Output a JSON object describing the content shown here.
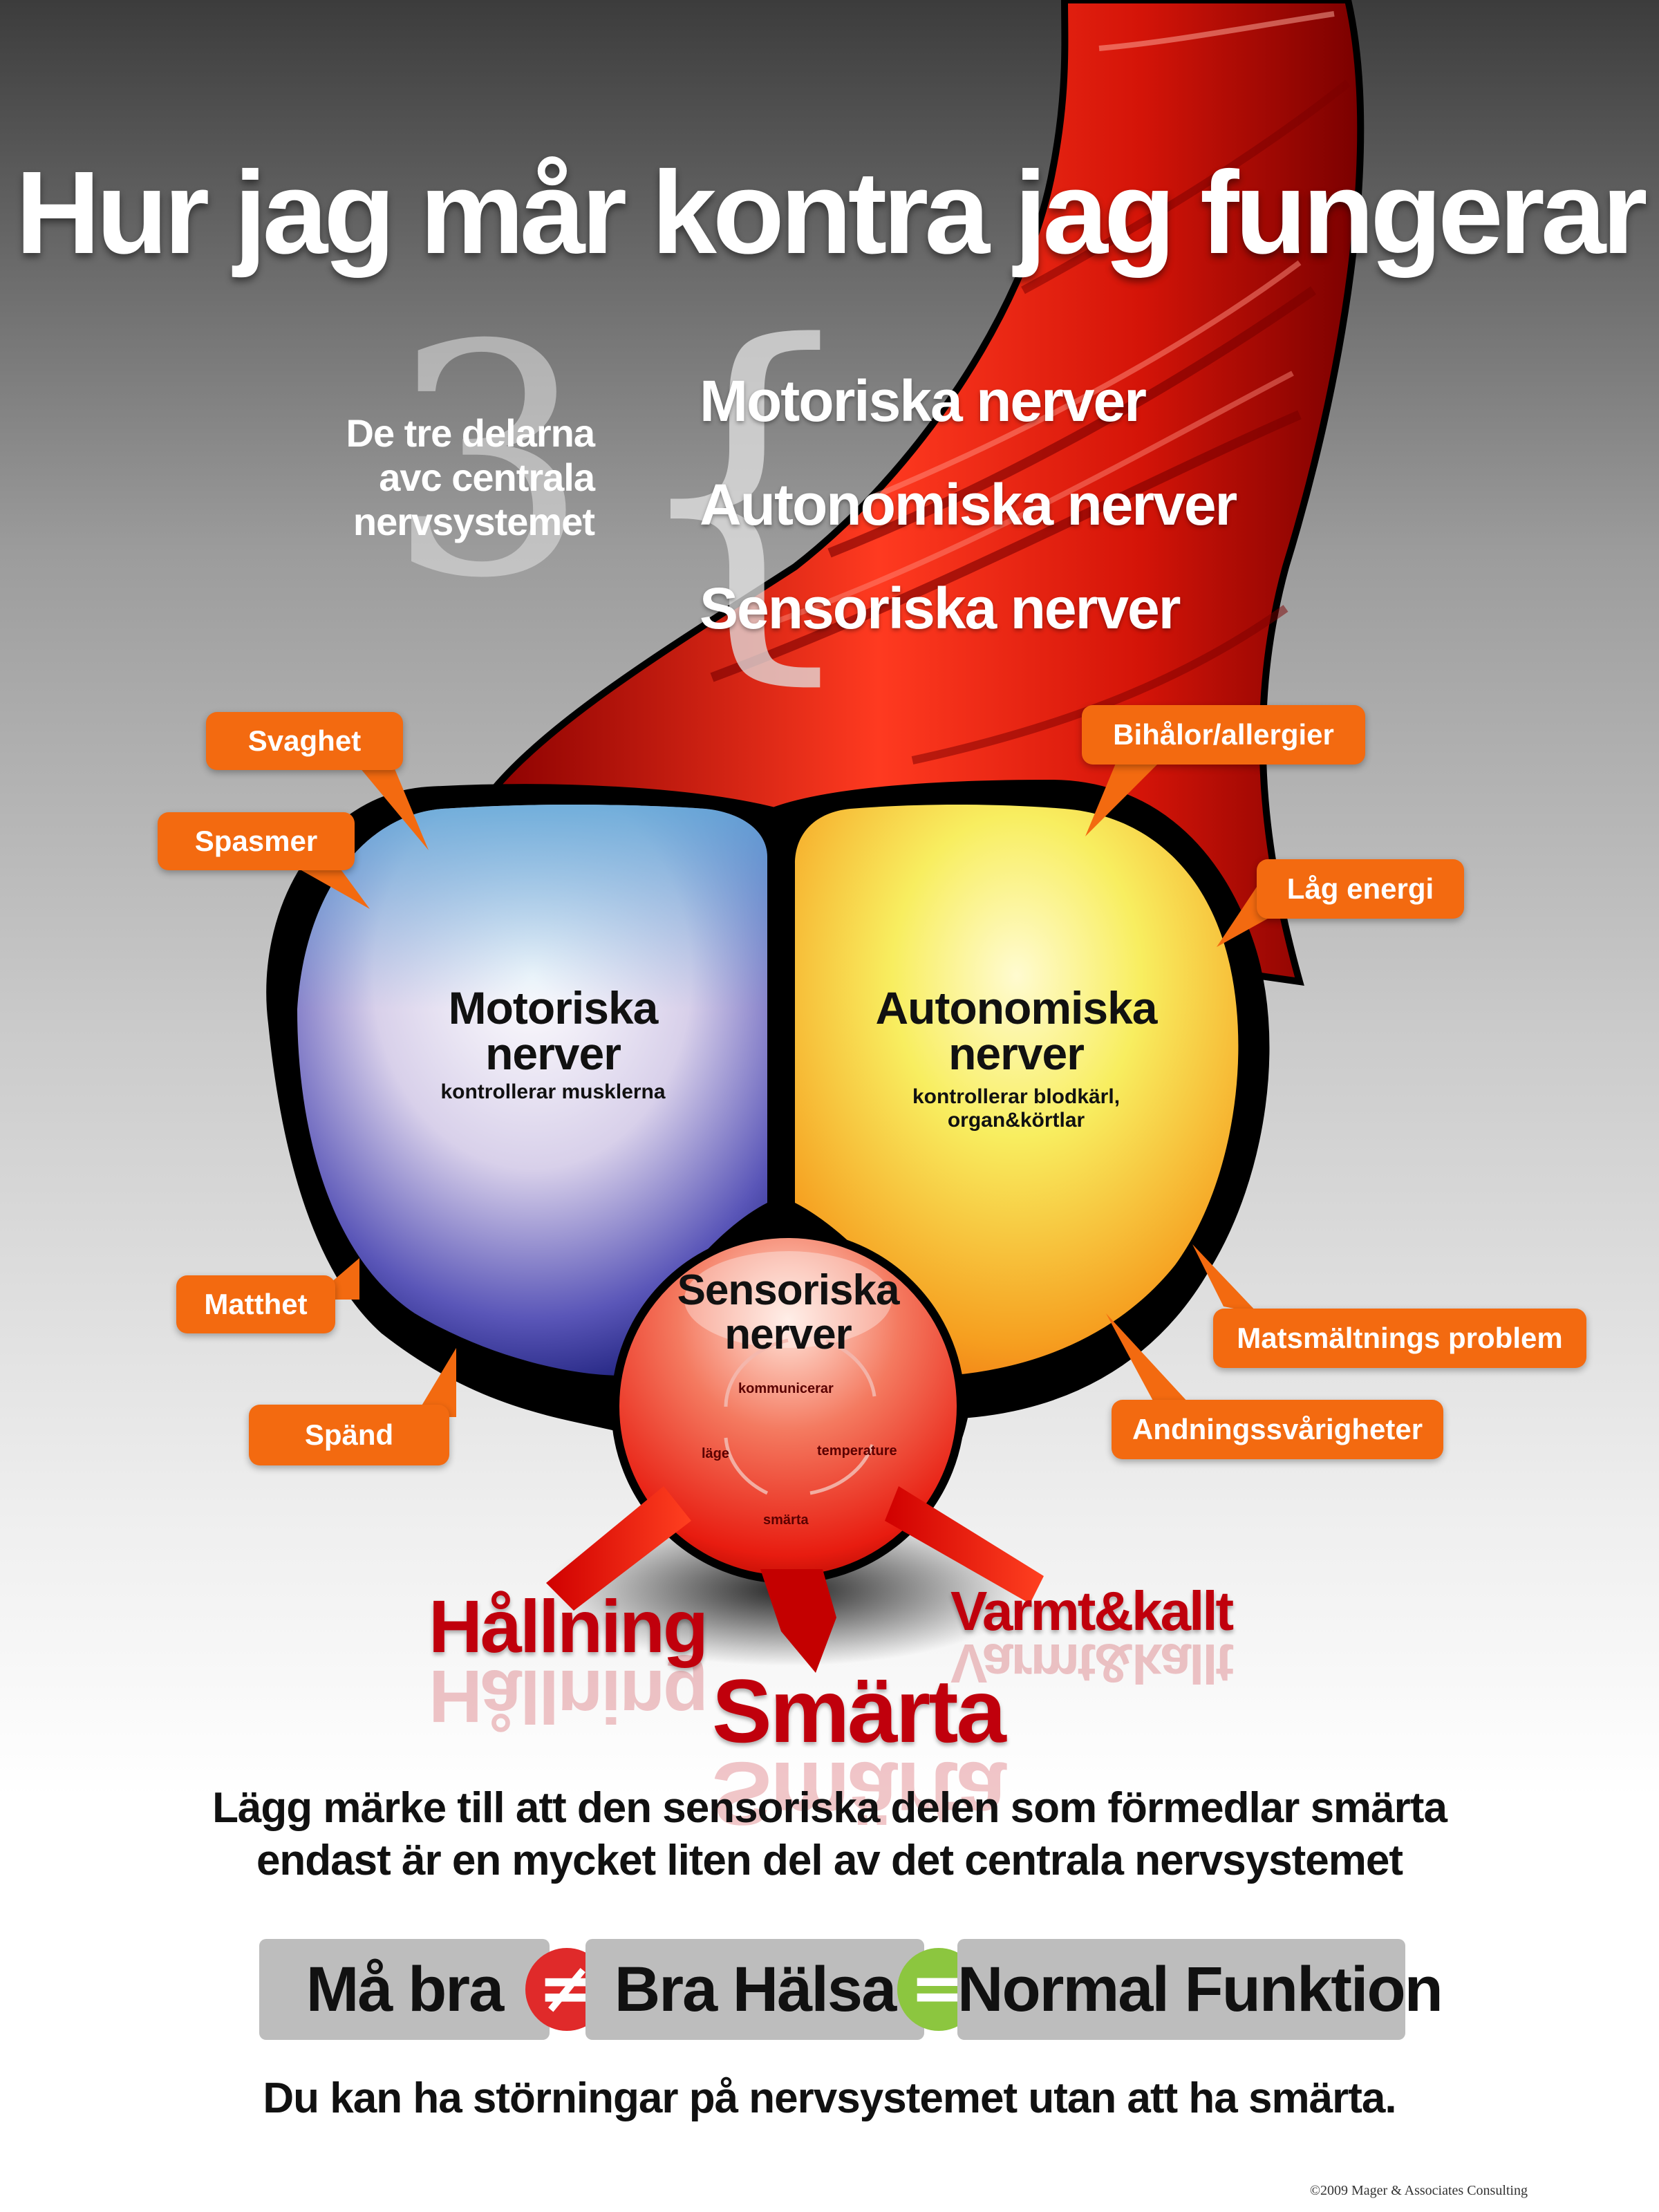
{
  "title": "Hur jag mår kontra jag fungerar",
  "intro": {
    "numeral": "3",
    "lines": [
      "De tre delarna",
      "avc centrala",
      "nervsystemet"
    ],
    "brace": "{",
    "items": [
      "Motoriska nerver",
      "Autonomiska nerver",
      "Sensoriska nerver"
    ]
  },
  "lobes": {
    "motor": {
      "title": [
        "Motoriska",
        "nerver"
      ],
      "subtitle": "kontrollerar musklerna",
      "color_top": "#6fb6e0",
      "color_bottom": "#1c1f7a"
    },
    "autonomic": {
      "title": [
        "Autonomiska",
        "nerver"
      ],
      "subtitle": [
        "kontrollerar blodkärl,",
        "organ&körtlar"
      ],
      "color_top": "#f7f07a",
      "color_bottom": "#f07a10"
    },
    "sensory": {
      "title": [
        "Sensoriska",
        "nerver"
      ],
      "cycle": [
        "kommunicerar",
        "temperature",
        "smärta",
        "läge"
      ],
      "color": "#e8221a"
    }
  },
  "callouts": {
    "svaghet": "Svaghet",
    "spasmer": "Spasmer",
    "matthet": "Matthet",
    "spand": "Spänd",
    "bihalor": "Bihålor/allergier",
    "lag_energi": "Låg energi",
    "matsmaltning": "Matsmältnings problem",
    "andning": "Andningssvårigheter"
  },
  "outputs": {
    "hallning": "Hållning",
    "smarta": "Smärta",
    "varmt": "Varmt&kallt"
  },
  "note": [
    "Lägg märke till att den sensoriska delen som förmedlar smärta",
    "endast är en mycket liten del av det centrala nervsystemet"
  ],
  "equation": {
    "term1": "Må bra",
    "op1": "≠",
    "term2": "Bra Hälsa",
    "op2": "=",
    "term3": "Normal Funktion",
    "neq_color": "#e02a2a",
    "eq_color": "#8cc63f"
  },
  "footer": "Du kan ha störningar på nervsystemet utan att ha smärta.",
  "copyright": "©2009 Mager & Associates Consulting",
  "colors": {
    "callout": "#f36a10",
    "accent_red": "#c0000c",
    "spine": "#d91a12"
  }
}
